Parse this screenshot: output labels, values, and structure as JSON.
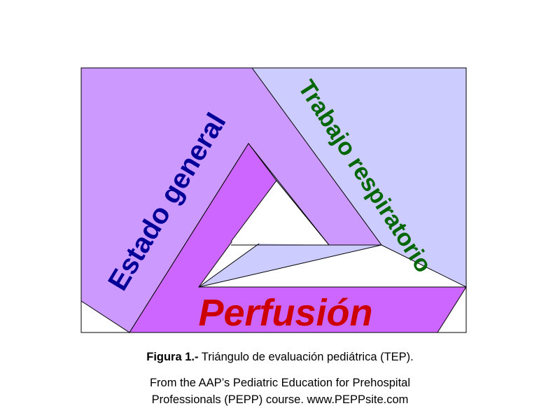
{
  "diagram": {
    "labels": {
      "left": "Estado general",
      "right": "Trabajo respiratorio",
      "bottom": "Perfusión"
    },
    "colors": {
      "left_face": "#cc99ff",
      "right_face": "#ccccff",
      "bottom_face": "#cc66ff",
      "left_text": "#000099",
      "right_text": "#006600",
      "bottom_text": "#cc0000",
      "stroke": "#000000"
    }
  },
  "caption": {
    "label": "Figura 1.-",
    "text": " Triángulo de evaluación pediátrica (TEP)."
  },
  "credit": {
    "line1": "From the AAP’s Pediatric Education for Prehospital",
    "line2": "Professionals (PEPP) course.  www.PEPPsite.com"
  }
}
